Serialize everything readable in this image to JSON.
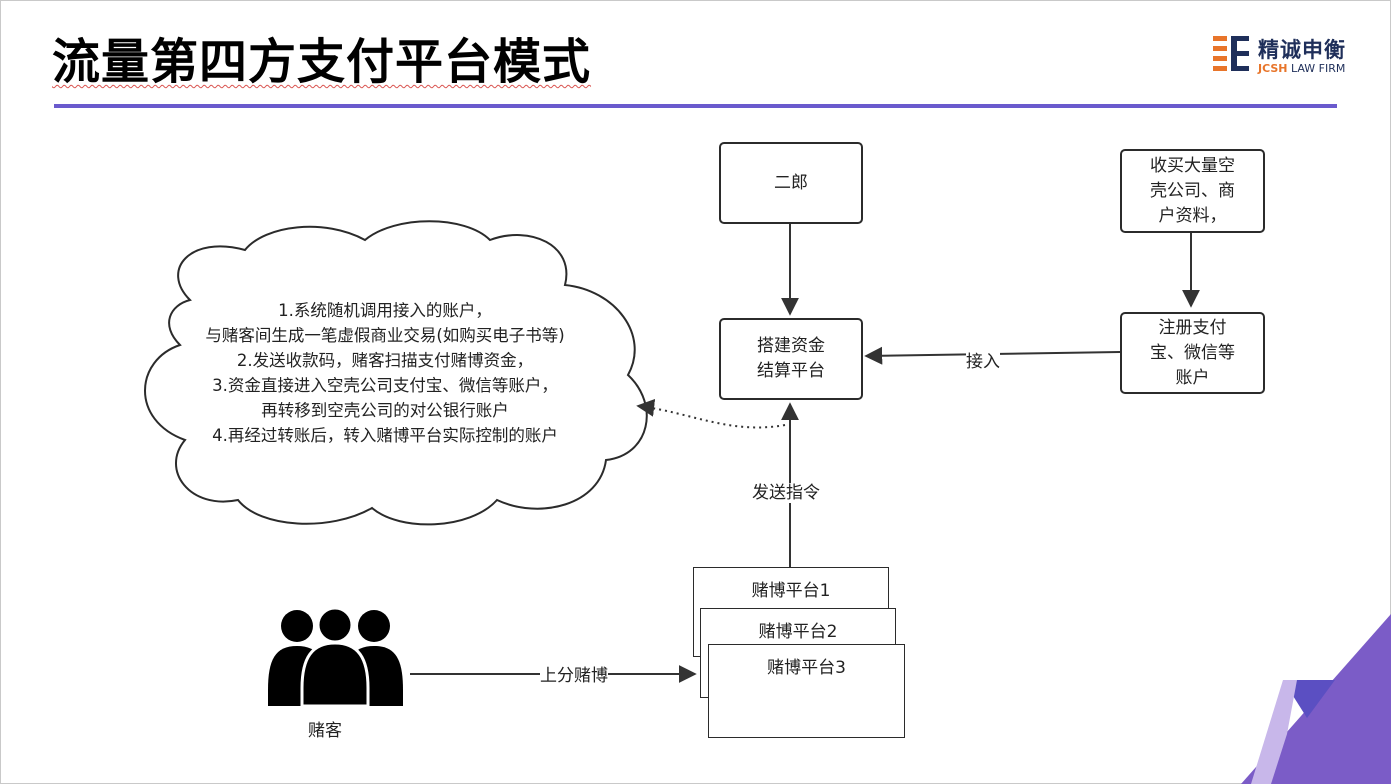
{
  "slide": {
    "title": "流量第四方支付平台模式",
    "logo": {
      "name_cn": "精诚申衡",
      "name_en_brand": "JCSH",
      "name_en_rest": " LAW FIRM"
    }
  },
  "diagram": {
    "nodes": {
      "erlang": "二郎",
      "acquire": "收买大量空\n壳公司、商\n户资料，",
      "register": "注册支付\n宝、微信等\n账户",
      "platform_build": "搭建资金\n结算平台",
      "gambling1": "赌博平台1",
      "gambling2": "赌博平台2",
      "gambling3": "赌博平台3",
      "gambler": "赌客"
    },
    "cloud_lines": [
      "1.系统随机调用接入的账户，",
      "与赌客间生成一笔虚假商业交易(如购买电子书等)",
      "2.发送收款码，赌客扫描支付赌博资金，",
      "3.资金直接进入空壳公司支付宝、微信等账户，",
      "再转移到空壳公司的对公银行账户",
      "4.再经过转账后，转入赌博平台实际控制的账户"
    ],
    "edges": {
      "access": "接入",
      "send_command": "发送指令",
      "bet": "上分赌博"
    }
  },
  "colors": {
    "rule": "#6a5acd",
    "deco_purple": "#7b5cc7",
    "logo_orange": "#e8752a",
    "logo_navy": "#1f2f5a"
  }
}
